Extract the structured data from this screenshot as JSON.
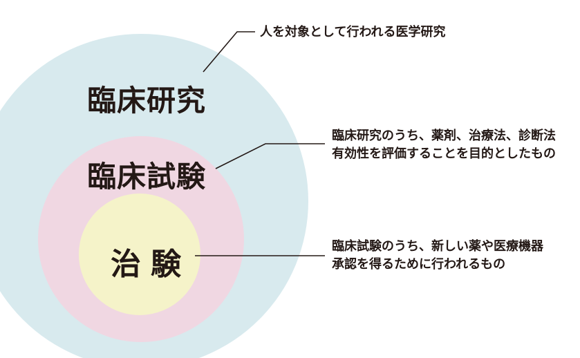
{
  "colors": {
    "outer_circle": "#d8eaee",
    "middle_circle": "#f0d7e2",
    "inner_circle": "#f5f3c9",
    "text": "#231815",
    "leader_line": "#231815"
  },
  "circles": {
    "outer": {
      "label": "臨床研究"
    },
    "middle": {
      "label": "臨床試験"
    },
    "inner": {
      "label": "治験"
    }
  },
  "descriptions": {
    "outer": [
      "人を対象として行われる医学研究"
    ],
    "middle": [
      "臨床研究のうち、薬剤、治療法、診断法",
      "有効性を評価することを目的としたもの"
    ],
    "inner": [
      "臨床試験のうち、新しい薬や医療機器",
      "承認を得るために行われるもの"
    ]
  }
}
